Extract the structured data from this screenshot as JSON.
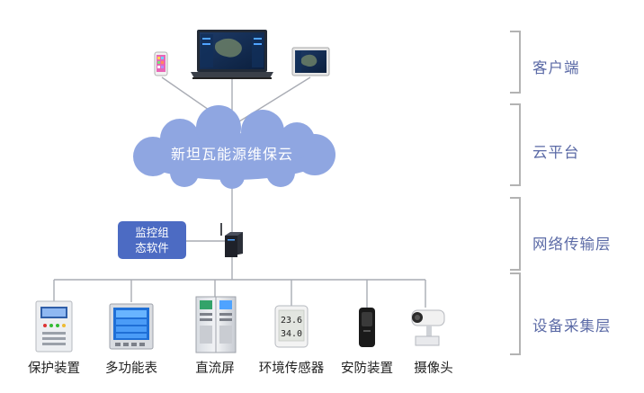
{
  "cloud": {
    "label": "新坦瓦能源维保云"
  },
  "software": {
    "line1": "监控组",
    "line2": "态软件"
  },
  "layers": [
    {
      "label": "客户端"
    },
    {
      "label": "云平台"
    },
    {
      "label": "网络传输层"
    },
    {
      "label": "设备采集层"
    }
  ],
  "devices": [
    {
      "label": "保护装置",
      "icon": "protection-device-icon"
    },
    {
      "label": "多功能表",
      "icon": "multifunction-meter-icon"
    },
    {
      "label": "直流屏",
      "icon": "dc-panel-icon"
    },
    {
      "label": "环境传感器",
      "icon": "environment-sensor-icon"
    },
    {
      "label": "安防装置",
      "icon": "security-device-icon"
    },
    {
      "label": "摄像头",
      "icon": "camera-icon"
    }
  ],
  "sensor": {
    "temperature": "23.6",
    "humidity": "34.0"
  },
  "colors": {
    "cloud": "#8fa6e1",
    "accent": "#4c6bc3",
    "lines": "#a9acb4",
    "bracket": "#b3b3b3",
    "layerText": "#5b6aa6"
  }
}
